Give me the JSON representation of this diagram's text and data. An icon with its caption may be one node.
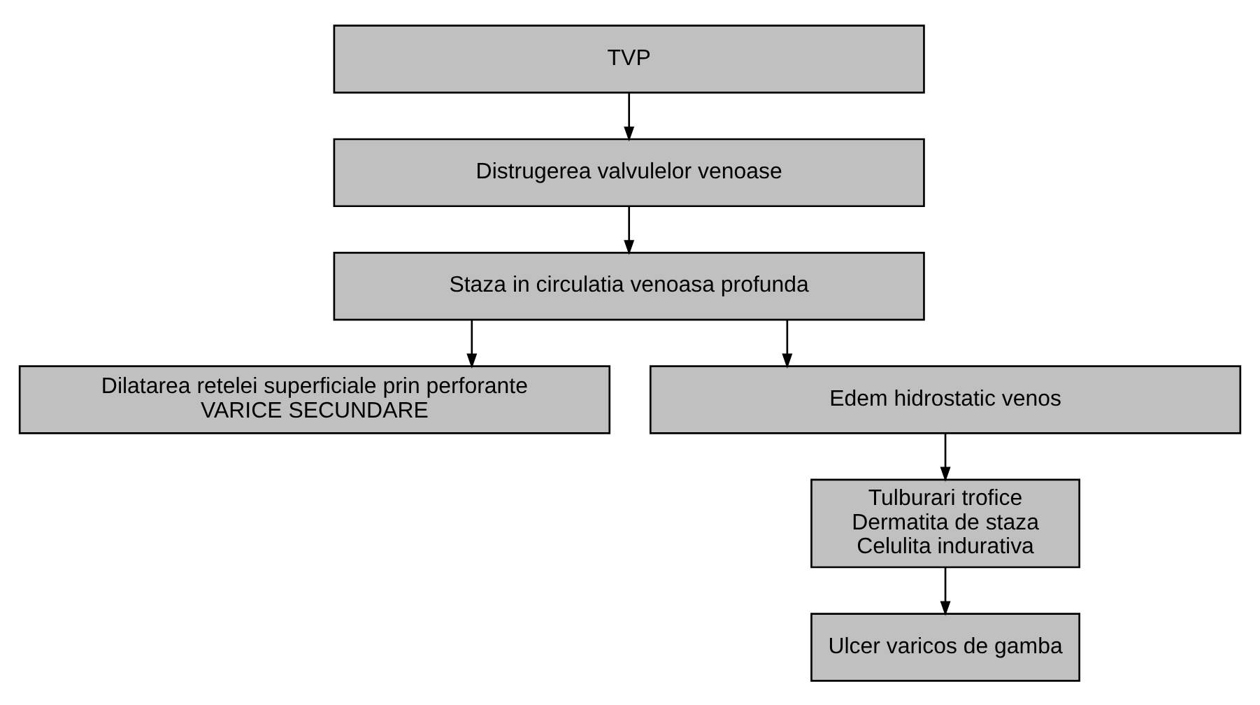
{
  "diagram": {
    "nodes": [
      {
        "text": [
          "TVP"
        ]
      },
      {
        "text": [
          "Distrugerea valvulelor venoase"
        ]
      },
      {
        "text": [
          "Staza in circulatia venoasa profunda"
        ]
      },
      {
        "text": [
          "Dilatarea retelei superficiale prin perforante",
          "VARICE SECUNDARE"
        ]
      },
      {
        "text": [
          "Edem hidrostatic venos"
        ]
      },
      {
        "text": [
          "Tulburari trofice",
          "Dermatita de staza",
          "Celulita indurativa"
        ]
      },
      {
        "text": [
          "Ulcer varicos de gamba"
        ]
      }
    ],
    "edges": [
      {
        "from": 0,
        "to": 1,
        "arrow": "to"
      },
      {
        "from": 1,
        "to": 2,
        "arrow": "to"
      },
      {
        "from": 2,
        "to": 3,
        "arrow": "to"
      },
      {
        "from": 2,
        "to": 4,
        "arrow": "to"
      },
      {
        "from": 4,
        "to": 5,
        "arrow": "to"
      },
      {
        "from": 5,
        "to": 6,
        "arrow": "to"
      }
    ]
  }
}
